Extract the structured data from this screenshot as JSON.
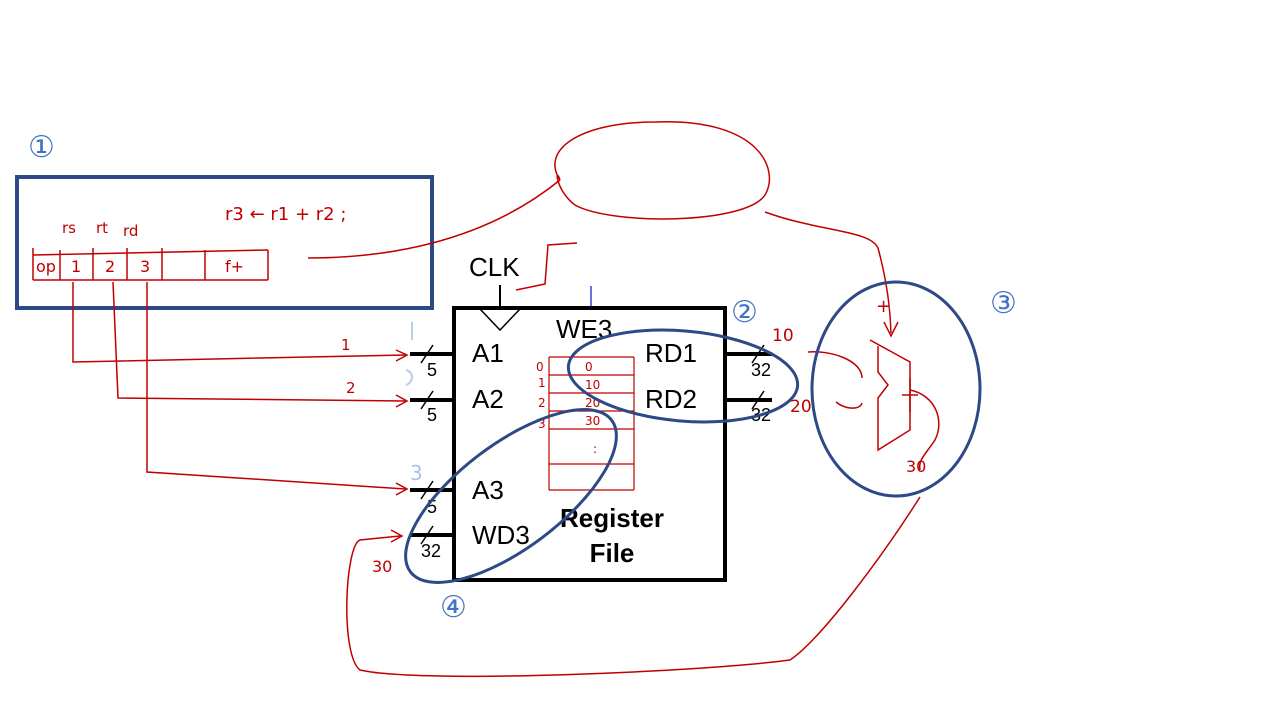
{
  "step_markers": [
    "①",
    "②",
    "③",
    "④"
  ],
  "instruction": {
    "field_labels": [
      "rs",
      "rt",
      "rd"
    ],
    "expression": "r3 ← r1 + r2 ;",
    "fields": [
      "op",
      "1",
      "2",
      "3",
      "",
      "f+"
    ]
  },
  "register_file": {
    "clk": "CLK",
    "we3": "WE3",
    "a1": "A1",
    "a2": "A2",
    "a3": "A3",
    "wd3": "WD3",
    "rd1": "RD1",
    "rd2": "RD2",
    "title_line1": "Register",
    "title_line2": "File",
    "bus5": "5",
    "bus32": "32",
    "row_index": [
      "0",
      "1",
      "2",
      "3",
      ":"
    ],
    "row_value": [
      "0",
      "10",
      "20",
      "30"
    ]
  },
  "annotations": {
    "in1": "1",
    "in2": "2",
    "in3": "3",
    "out1": "10",
    "out2": "20",
    "wd_value": "30",
    "adder_plus": "+",
    "adder_result": "30"
  },
  "colors": {
    "ink": "#c00000",
    "outline": "#2e4a86",
    "marker": "#4472c4",
    "black": "#000000"
  }
}
